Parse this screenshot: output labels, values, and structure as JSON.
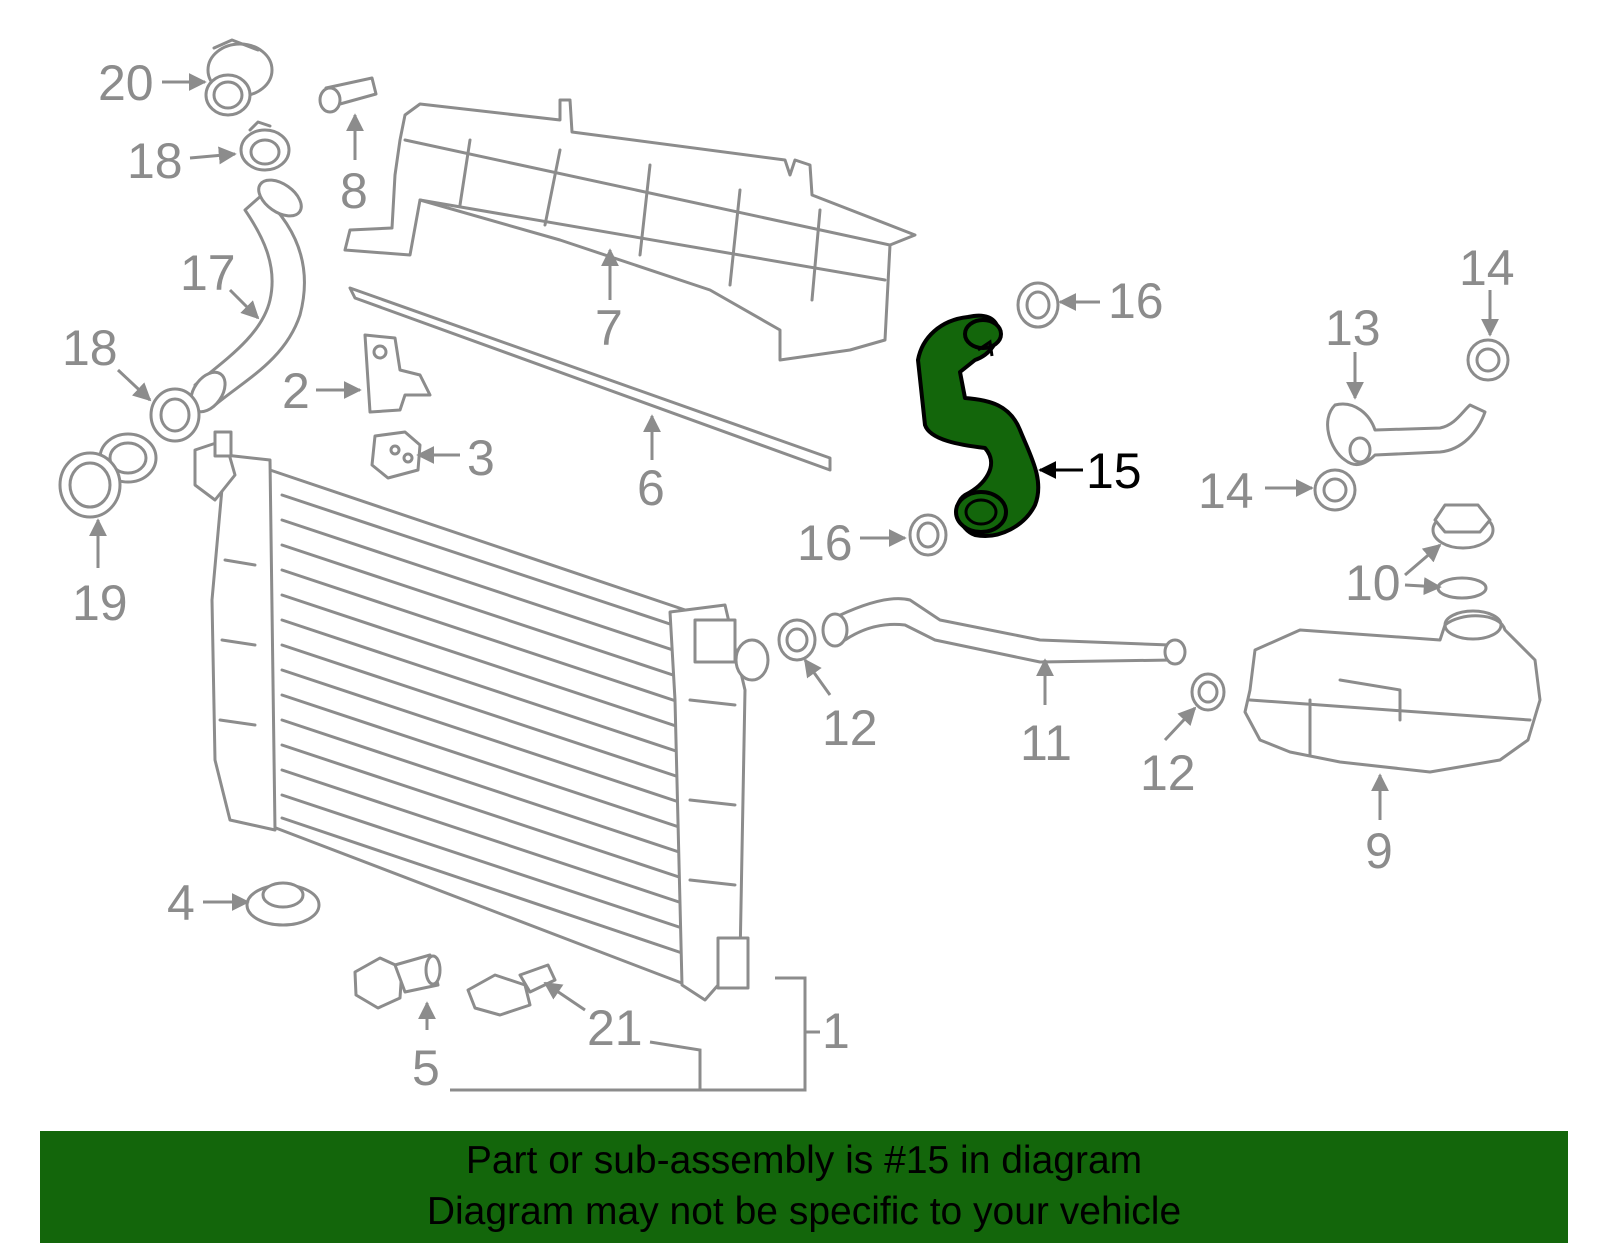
{
  "diagram": {
    "highlight_part": "15",
    "highlight_color": "#13660b",
    "line_color": "#8c8c8c",
    "labels": {
      "l1": "1",
      "l2": "2",
      "l3": "3",
      "l4": "4",
      "l5": "5",
      "l6": "6",
      "l7": "7",
      "l8": "8",
      "l9": "9",
      "l10": "10",
      "l11": "11",
      "l12a": "12",
      "l12b": "12",
      "l13": "13",
      "l14a": "14",
      "l14b": "14",
      "l15": "15",
      "l16a": "16",
      "l16b": "16",
      "l17": "17",
      "l18a": "18",
      "l18b": "18",
      "l19": "19",
      "l20": "20",
      "l21": "21"
    }
  },
  "banner": {
    "line1": "Part or sub-assembly is #15 in diagram",
    "line2": "Diagram may not be specific to your vehicle",
    "background": "#13660b"
  }
}
